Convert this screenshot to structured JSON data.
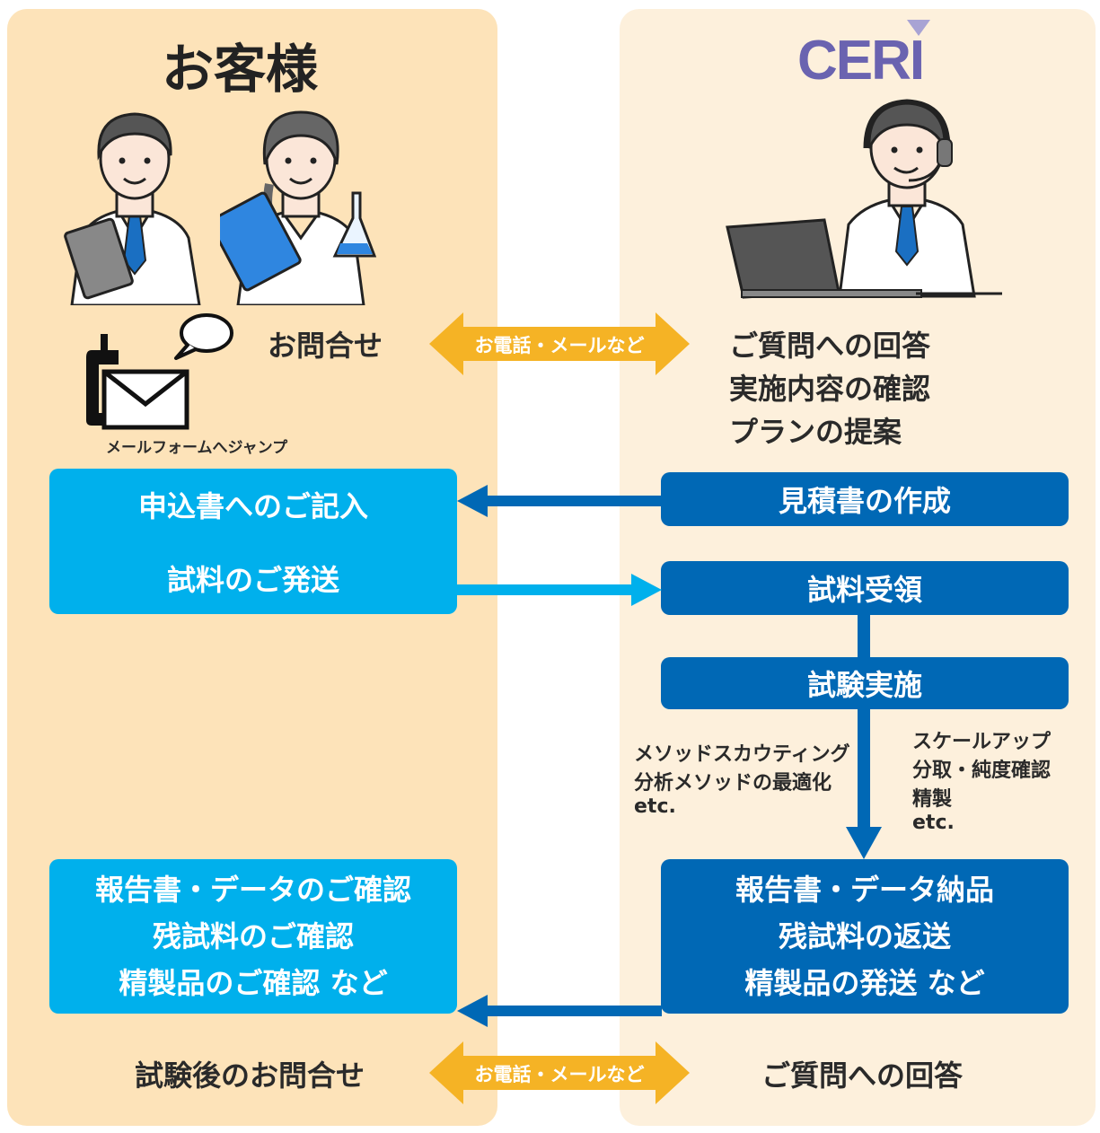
{
  "customer": {
    "heading": "お客様",
    "inquiry_label": "お問合せ",
    "mailform_link": "メールフォームへジャンプ",
    "form_box_lines": [
      "申込書へのご記入",
      "試料のご発送"
    ],
    "report_box_lines": [
      "報告書・データのご確認",
      "残試料のご確認",
      "精製品のご確認 など"
    ],
    "after_test_inquiry": "試験後のお問合せ"
  },
  "ceri": {
    "logo_text": "CERI",
    "answer_lines": [
      "ご質問への回答",
      "実施内容の確認",
      "プランの提案"
    ],
    "estimate_box": "見積書の作成",
    "sample_receipt_box": "試料受領",
    "test_execution_box": "試験実施",
    "left_note_lines": [
      "メソッドスカウティング",
      "分析メソッドの最適化",
      "etc."
    ],
    "right_note_lines": [
      "スケールアップ",
      "分取・純度確認",
      "精製",
      "etc."
    ],
    "delivery_box_lines": [
      "報告書・データ納品",
      "残試料の返送",
      "精製品の発送 など"
    ],
    "final_answer": "ご質問への回答"
  },
  "connector_label_top": "お電話・メールなど",
  "connector_label_bottom": "お電話・メールなど",
  "colors": {
    "left_panel": "#fde3b9",
    "right_panel": "#fdf0dc",
    "customer_box": "#00b0ec",
    "ceri_box": "#0068b5",
    "connector_arrow": "#f5b325",
    "logo": "#6a63b0"
  },
  "icons": [
    "male-researcher-illustration",
    "female-researcher-illustration",
    "phone-icon",
    "speech-bubble-icon",
    "mail-icon",
    "operator-illustration",
    "laptop-icon"
  ]
}
